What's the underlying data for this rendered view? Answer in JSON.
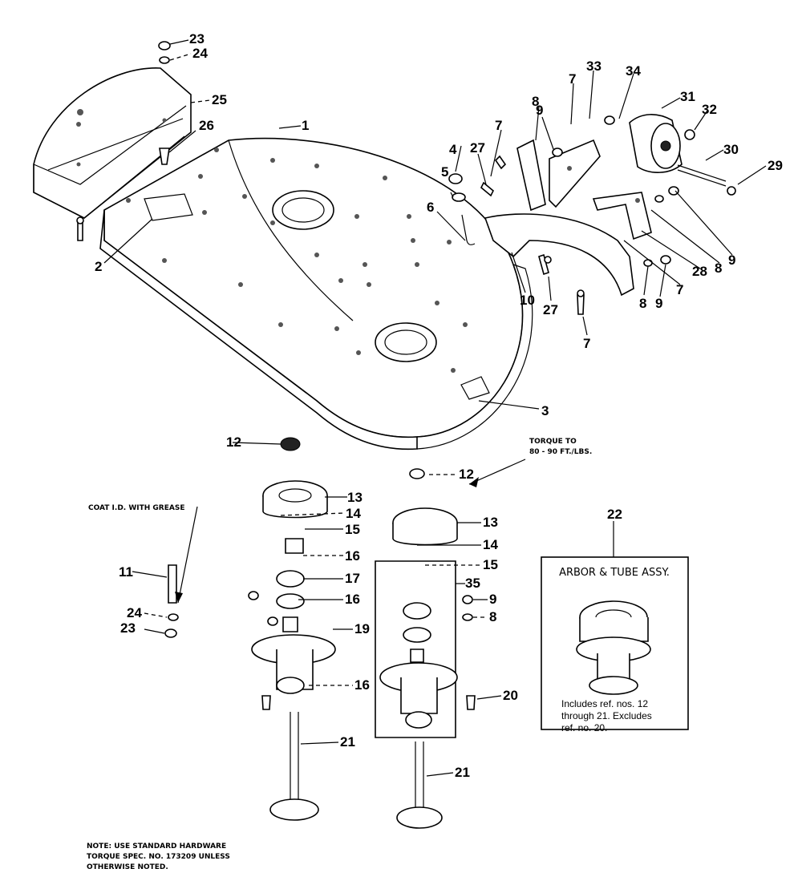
{
  "callouts": {
    "n1": "1",
    "n2": "2",
    "n3": "3",
    "n4": "4",
    "n5": "5",
    "n6": "6",
    "n7a": "7",
    "n7b": "7",
    "n7c": "7",
    "n7d": "7",
    "n8a": "8",
    "n8b": "8",
    "n8c": "8",
    "n8d": "8",
    "n9a": "9",
    "n9b": "9",
    "n9c": "9",
    "n9d": "9",
    "n10": "10",
    "n11": "11",
    "n12a": "12",
    "n12b": "12",
    "n13a": "13",
    "n13b": "13",
    "n14a": "14",
    "n14b": "14",
    "n15a": "15",
    "n15b": "15",
    "n16a": "16",
    "n16b": "16",
    "n16c": "16",
    "n17": "17",
    "n19": "19",
    "n20": "20",
    "n21a": "21",
    "n21b": "21",
    "n22": "22",
    "n23a": "23",
    "n23b": "23",
    "n24a": "24",
    "n24b": "24",
    "n25": "25",
    "n26": "26",
    "n27a": "27",
    "n27b": "27",
    "n28": "28",
    "n29": "29",
    "n30": "30",
    "n31": "31",
    "n32": "32",
    "n33": "33",
    "n34": "34",
    "n35": "35"
  },
  "annotations": {
    "torque_line1": "TORQUE TO",
    "torque_line2": "80 - 90 FT./LBS.",
    "grease": "COAT I.D. WITH GREASE"
  },
  "inset": {
    "title": "ARBOR & TUBE ASSY.",
    "line1": "Includes ref. nos. 12",
    "line2": "through 21. Excludes",
    "line3": "ref. no. 20."
  },
  "note": {
    "line1": "NOTE: USE STANDARD HARDWARE",
    "line2": "TORQUE SPEC. NO. 173209 UNLESS",
    "line3": "OTHERWISE NOTED."
  }
}
